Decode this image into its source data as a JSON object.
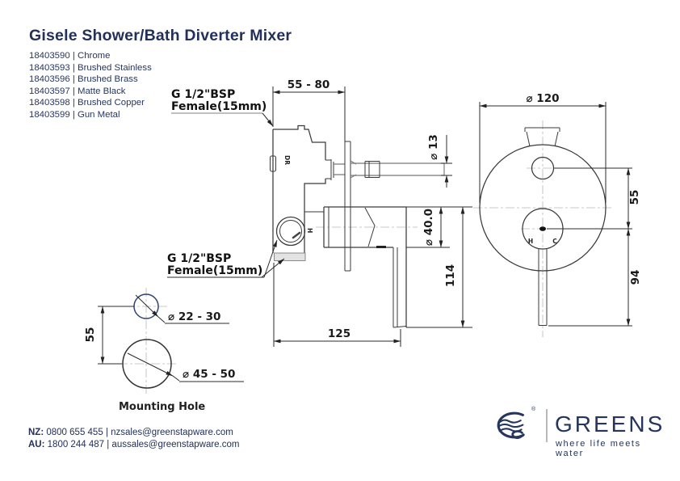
{
  "header": {
    "title": "Gisele Shower/Bath Diverter Mixer"
  },
  "product_codes": [
    "18403590 | Chrome",
    "18403593 | Brushed Stainless",
    "18403596 | Brushed Brass",
    "18403597 | Matte Black",
    "18403598 | Brushed Copper",
    "18403599 | Gun Metal"
  ],
  "drawing": {
    "labels": {
      "bsp_top_line1": "G 1/2\"BSP",
      "bsp_top_line2": "Female(15mm)",
      "bsp_bottom_line1": "G 1/2\"BSP",
      "bsp_bottom_line2": "Female(15mm)",
      "dr": "DR",
      "h_port": "H",
      "hot": "H",
      "cold": "C",
      "mounting_hole": "Mounting Hole"
    },
    "dimensions": {
      "depth_range": "55 - 80",
      "spout_dia": "⌀ 13",
      "body_dia": "⌀ 40.0",
      "height_114": "114",
      "length_125": "125",
      "plate_dia": "⌀ 120",
      "spacing_55": "55",
      "lever_94": "94",
      "mount_spacing_55": "55",
      "small_hole_dia": "⌀ 22 - 30",
      "large_hole_dia": "⌀ 45 - 50"
    }
  },
  "footer": {
    "nz_label": "NZ:",
    "nz_phone": "0800 655 455",
    "nz_sep": "|",
    "nz_email": "nzsales@greenstapware.com",
    "au_label": "AU:",
    "au_phone": "1800 244 487",
    "au_sep": "|",
    "au_email": "aussales@greenstapware.com"
  },
  "brand": {
    "name": "GREENS",
    "tagline": "where life meets water",
    "registered": "®",
    "navy": "#25355e"
  }
}
